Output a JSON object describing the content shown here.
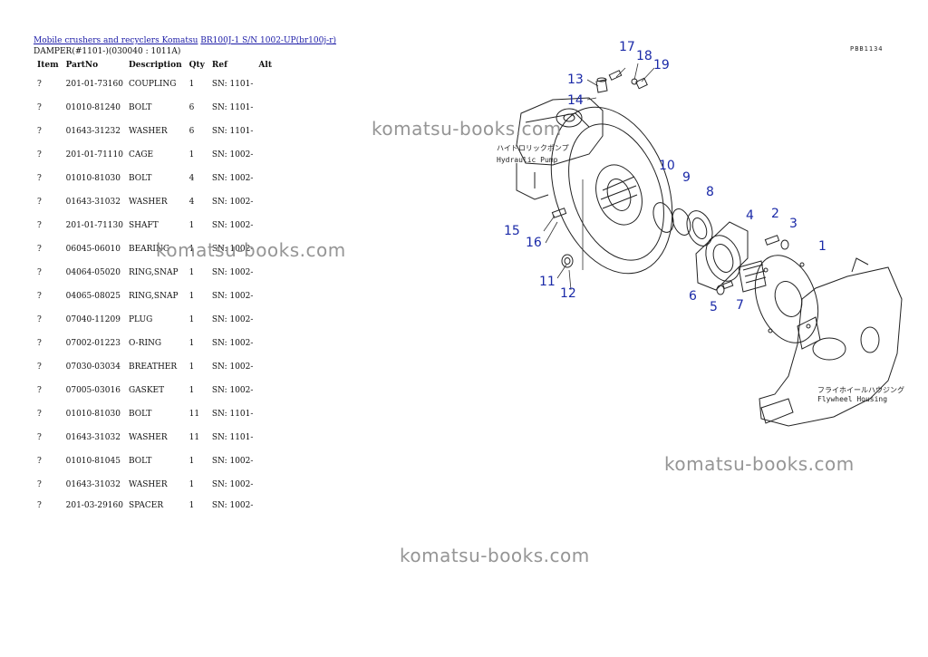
{
  "breadcrumb": {
    "link1": "Mobile crushers and recyclers Komatsu",
    "link2": "BR100J-1 S/N 1002-UP(br100j-r)"
  },
  "subtitle": "DAMPER(#1101-)(030040 : 1011A)",
  "table": {
    "headers": [
      "Item",
      "PartNo",
      "Description",
      "Qty",
      "Ref",
      "Alt"
    ],
    "rows": [
      [
        "?",
        "201-01-73160",
        "COUPLING",
        "1",
        "SN: 1101-",
        ""
      ],
      [
        "?",
        "01010-81240",
        "BOLT",
        "6",
        "SN: 1101-",
        ""
      ],
      [
        "?",
        "01643-31232",
        "WASHER",
        "6",
        "SN: 1101-",
        ""
      ],
      [
        "?",
        "201-01-71110",
        "CAGE",
        "1",
        "SN: 1002-",
        ""
      ],
      [
        "?",
        "01010-81030",
        "BOLT",
        "4",
        "SN: 1002-",
        ""
      ],
      [
        "?",
        "01643-31032",
        "WASHER",
        "4",
        "SN: 1002-",
        ""
      ],
      [
        "?",
        "201-01-71130",
        "SHAFT",
        "1",
        "SN: 1002-",
        ""
      ],
      [
        "?",
        "06045-06010",
        "BEARING",
        "1",
        "SN: 1002-",
        ""
      ],
      [
        "?",
        "04064-05020",
        "RING,SNAP",
        "1",
        "SN: 1002-",
        ""
      ],
      [
        "?",
        "04065-08025",
        "RING,SNAP",
        "1",
        "SN: 1002-",
        ""
      ],
      [
        "?",
        "07040-11209",
        "PLUG",
        "1",
        "SN: 1002-",
        ""
      ],
      [
        "?",
        "07002-01223",
        "O-RING",
        "1",
        "SN: 1002-",
        ""
      ],
      [
        "?",
        "07030-03034",
        "BREATHER",
        "1",
        "SN: 1002-",
        ""
      ],
      [
        "?",
        "07005-03016",
        "GASKET",
        "1",
        "SN: 1002-",
        ""
      ],
      [
        "?",
        "01010-81030",
        "BOLT",
        "11",
        "SN: 1101-",
        ""
      ],
      [
        "?",
        "01643-31032",
        "WASHER",
        "11",
        "SN: 1101-",
        ""
      ],
      [
        "?",
        "01010-81045",
        "BOLT",
        "1",
        "SN: 1002-",
        ""
      ],
      [
        "?",
        "01643-31032",
        "WASHER",
        "1",
        "SN: 1002-",
        ""
      ],
      [
        "?",
        "201-03-29160",
        "SPACER",
        "1",
        "SN: 1002-",
        ""
      ]
    ]
  },
  "watermarks": [
    "komatsu-books.com",
    "komatsu-books.com",
    "komatsu-books.com",
    "komatsu-books.com"
  ],
  "diagram": {
    "sheet_code": "PBB1134",
    "callouts": [
      "1",
      "2",
      "3",
      "4",
      "5",
      "6",
      "7",
      "8",
      "9",
      "10",
      "11",
      "12",
      "13",
      "14",
      "15",
      "16",
      "17",
      "18",
      "19"
    ],
    "label_pump_jp": "ハイドロリックポンプ",
    "label_pump_en": "Hydraulic Pump",
    "label_housing_jp": "フライホイールハウジング",
    "label_housing_en": "Flywheel Housing"
  },
  "colors": {
    "link": "#1a1aa6",
    "callout": "#1b2aa8",
    "watermark": "#8a8a8a"
  }
}
